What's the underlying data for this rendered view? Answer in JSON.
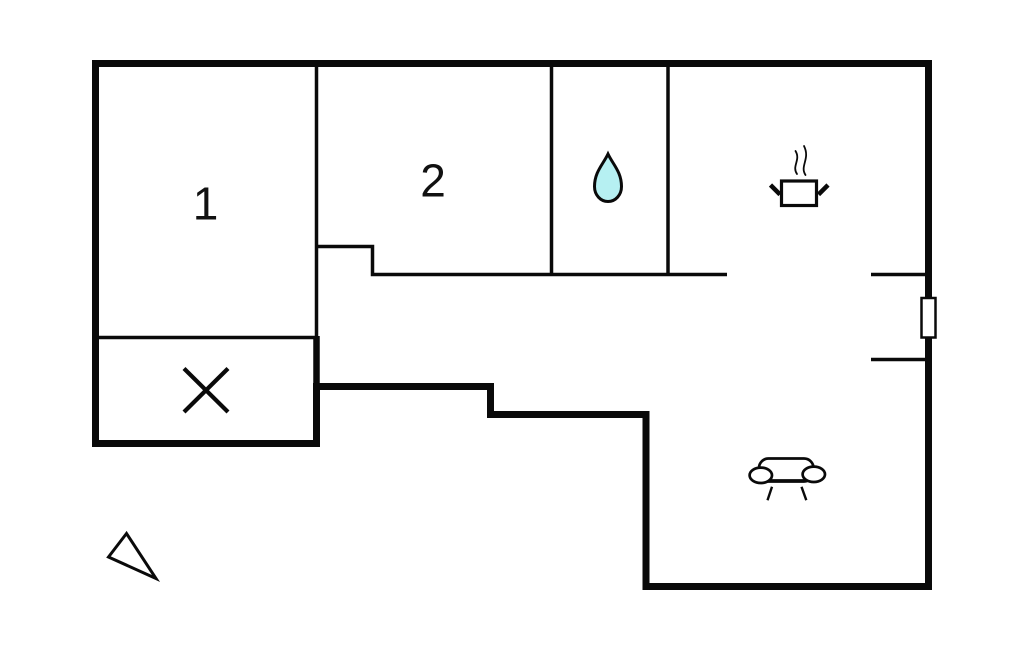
{
  "floor_plan": {
    "kind": "floor-plan",
    "room_labels": [
      {
        "id": "room-1",
        "text": "1"
      },
      {
        "id": "room-2",
        "text": "2"
      }
    ],
    "icons": [
      "water-drop-icon",
      "cooking-pot-icon",
      "sofa-icon",
      "x-marker-icon",
      "north-arrow-icon",
      "window-marker"
    ],
    "colors": {
      "wall": "#0a0a0a",
      "water_drop": "#b6f0f2",
      "background": "#ffffff",
      "floor": "#ffffff"
    }
  }
}
